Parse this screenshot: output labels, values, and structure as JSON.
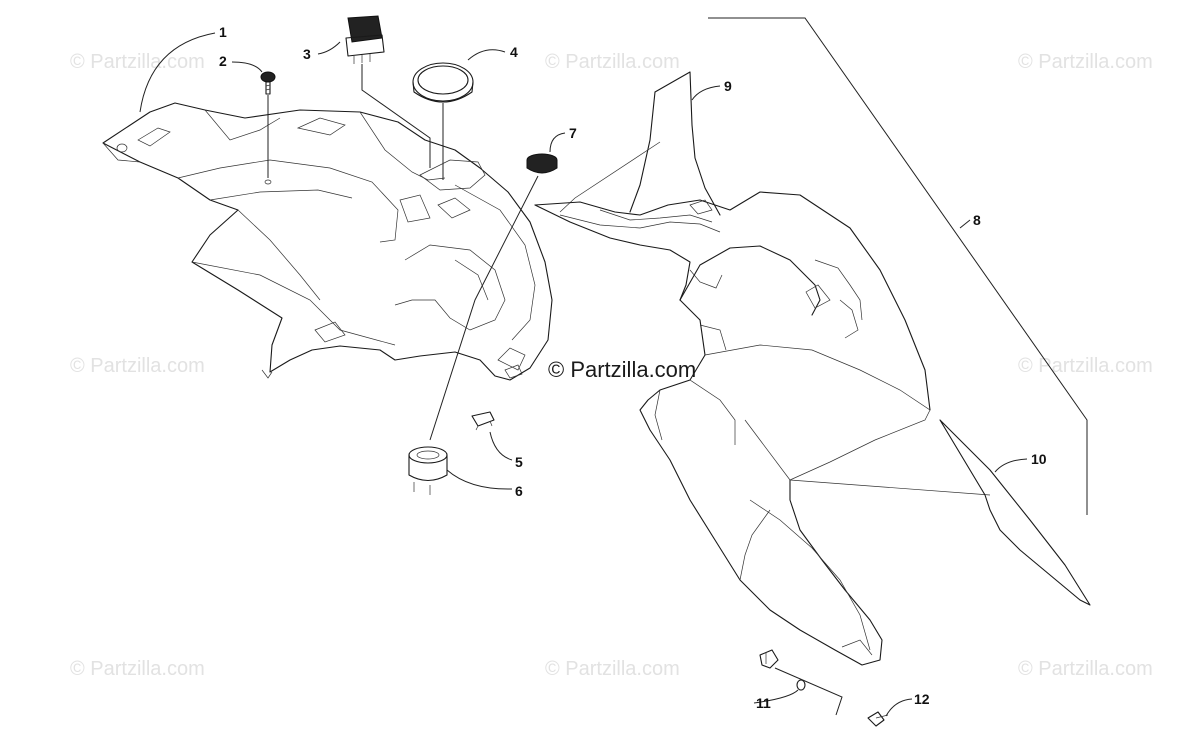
{
  "diagram": {
    "callouts": [
      "1",
      "2",
      "3",
      "4",
      "5",
      "6",
      "7",
      "8",
      "9",
      "10",
      "11",
      "12"
    ],
    "watermark_text": "© Partzilla.com"
  }
}
